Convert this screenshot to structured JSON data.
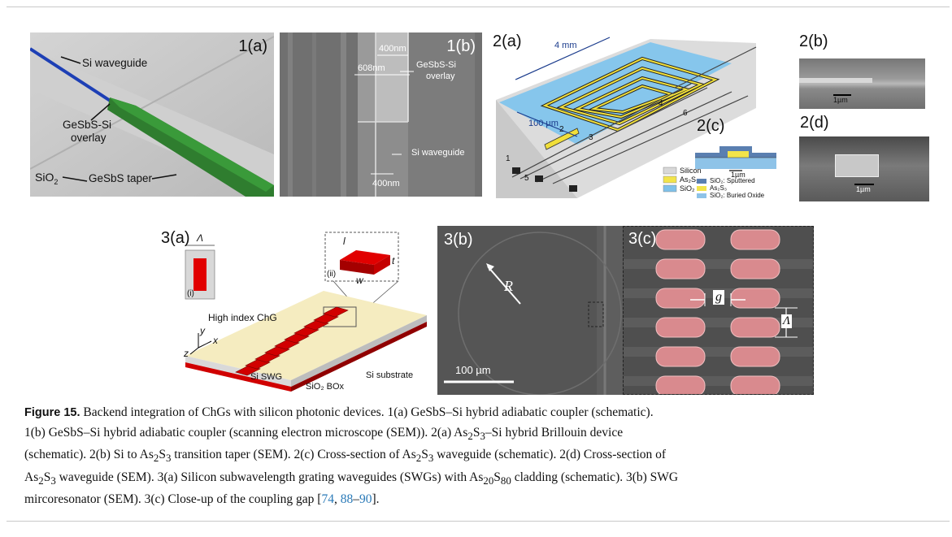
{
  "panels": {
    "p1a": {
      "tag": "1(a)",
      "labels": {
        "si_waveguide": "Si waveguide",
        "overlay_1": "GeSbS-Si",
        "overlay_2": "overlay",
        "sio2": "SiO",
        "sio2_sub": "2",
        "taper": "GeSbS taper"
      }
    },
    "p1b": {
      "tag": "1(b)",
      "labels": {
        "w400_top": "400nm",
        "w608": "608nm",
        "overlay_1": "GeSbS-Si",
        "overlay_2": "overlay",
        "si_waveguide": "Si waveguide",
        "w400_bottom": "400nm"
      }
    },
    "p2a": {
      "tag": "2(a)",
      "labels": {
        "len_4mm": "4 mm",
        "len_100um": "100 µm",
        "n1": "1",
        "n2": "2",
        "n3": "3",
        "n4": "4",
        "n5": "5",
        "n6": "6"
      },
      "legend": [
        {
          "label": "Silicon",
          "color": "#d8d8d8"
        },
        {
          "label": "As₂S₃",
          "color": "#f2e44a"
        },
        {
          "label": "SiO₂",
          "color": "#7ec1ea"
        }
      ]
    },
    "p2b": {
      "tag": "2(b)",
      "scale": "1µm"
    },
    "p2c": {
      "tag": "2(c)",
      "scale": "1µm",
      "legend": [
        {
          "label": "SiO₂: Sputtered",
          "color": "#5a7fb0"
        },
        {
          "label": "As₂S₃",
          "color": "#f2e44a"
        },
        {
          "label": "SiO₂: Buried Oxide",
          "color": "#8ec3e8"
        }
      ]
    },
    "p2d": {
      "tag": "2(d)",
      "scale": "1µm"
    },
    "p3a": {
      "tag": "3(a)",
      "labels": {
        "lambda": "Λ",
        "i": "(i)",
        "ii": "(ii)",
        "l": "l",
        "t": "t",
        "w": "w",
        "high_index": "High index ChG",
        "si_swg": "Si SWG",
        "si_substrate": "Si substrate",
        "sio2_box": "SiO₂ BOx",
        "y": "y",
        "x": "x",
        "z": "z"
      }
    },
    "p3b": {
      "tag": "3(b)",
      "radius": "R",
      "scale": "100 µm"
    },
    "p3c": {
      "tag": "3(c)",
      "gap": "g",
      "lambda": "Λ"
    }
  },
  "caption": {
    "lead": "Figure 15.",
    "l1": " Backend integration of ChGs with silicon photonic devices. 1(a) GeSbS–Si hybrid adiabatic coupler (schematic).",
    "l2": "1(b) GeSbS–Si hybrid adiabatic coupler (scanning electron microscope (SEM)). 2(a) As",
    "l2s1": "2",
    "l2b": "S",
    "l2s2": "3",
    "l2c": "–Si hybrid Brillouin device",
    "l3": "(schematic). 2(b) Si to As",
    "l3s1": "2",
    "l3b": "S",
    "l3s2": "3",
    "l3c": " transition taper (SEM). 2(c) Cross-section of As",
    "l3s3": "2",
    "l3d": "S",
    "l3s4": "3",
    "l3e": " waveguide (schematic). 2(d) Cross-section of",
    "l4": "As",
    "l4s1": "2",
    "l4b": "S",
    "l4s2": "3",
    "l4c": " waveguide (SEM). 3(a) Silicon subwavelength grating waveguides (SWGs) with As",
    "l4s3": "20",
    "l4d": "S",
    "l4s4": "80",
    "l4e": " cladding (schematic). 3(b) SWG",
    "l5": "mircoresonator (SEM). 3(c) Close-up of the coupling gap [",
    "r1": "74",
    "sep": ", ",
    "r2": "88",
    "dash": "–",
    "r3": "90",
    "end": "]."
  }
}
